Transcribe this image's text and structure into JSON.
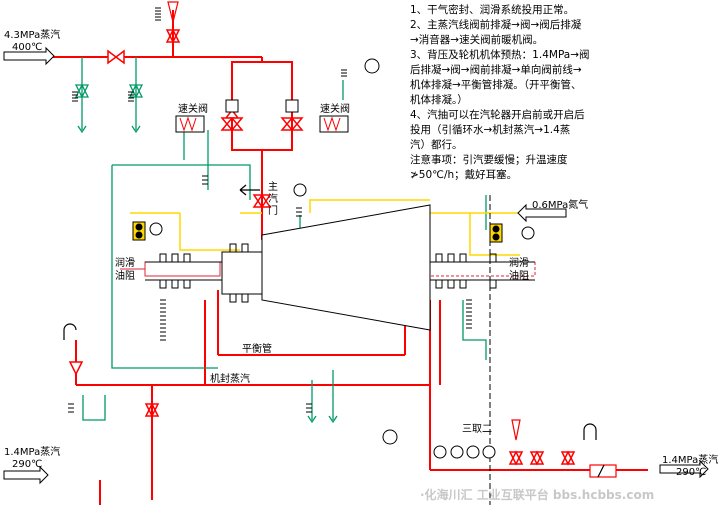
{
  "labels": {
    "steam_main": "4.3MPa蒸汽",
    "steam_main_temp": "400℃",
    "steam_lp_left": "1.4MPa蒸汽",
    "steam_lp_left_temp": "290℃",
    "steam_lp_right": "1.4MPa蒸汽",
    "steam_lp_right_temp": "290℃",
    "nitrogen": "0.6MPa氮气",
    "quick_valve_left": "速关阀",
    "quick_valve_right": "速关阀",
    "main_valve": [
      "主",
      "汽",
      "门"
    ],
    "lube_left": [
      "润滑",
      "油阻"
    ],
    "lube_right": [
      "润滑",
      "油阻"
    ],
    "balance_pipe": "平衡管",
    "seal_steam": "机封蒸汽",
    "extract": "三取二"
  },
  "notes": [
    "1、干气密封、润滑系统投用正常。",
    "2、主蒸汽线阀前排凝→阀→阀后排凝",
    "→消音器→速关阀前暖机阀。",
    "3、背压及轮机机体预热：1.4MPa→阀",
    "后排凝→阀→阀前排凝→单向阀前线→",
    "机体排凝→平衡管排凝。（开平衡管、",
    "机体排凝。）",
    "4、汽抽可以在汽轮器开启前或开启后",
    "投用（引循环水→机封蒸汽→1.4蒸",
    "汽）都行。",
    "注意事项：引汽要缓慢；升温速度",
    "≯50℃/h；戴好耳塞。"
  ],
  "watermark": "·化海川汇  工业互联平台 bbs.hcbbs.com",
  "colors": {
    "steam": "#ff0000",
    "water": "#009966",
    "nitrogen": "#ffd700",
    "lube": "#e32636",
    "equipment": "#000000"
  }
}
